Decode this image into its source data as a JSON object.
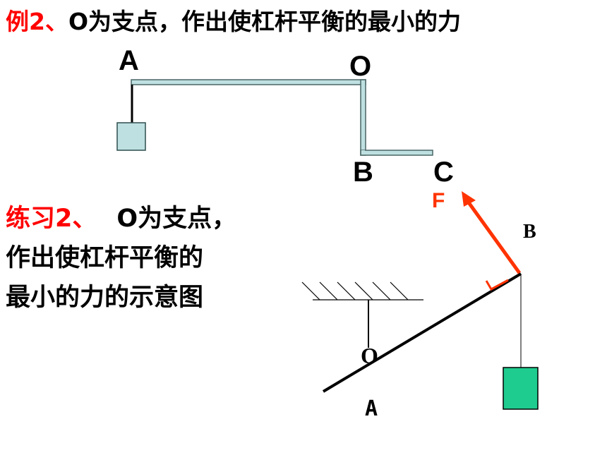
{
  "example": {
    "prefix": "例2、",
    "text": "O为支点，作出使杠杆平衡的最小的力",
    "labels": {
      "a": "A",
      "o": "O",
      "b": "B",
      "c": "C"
    }
  },
  "practice": {
    "prefix": "练习2、",
    "line1": "O为支点，",
    "line2": "作出使杠杆平衡的",
    "line3": "最小的力的示意图",
    "labels": {
      "f": "F",
      "b": "B",
      "o": "O",
      "a": "A"
    }
  },
  "colors": {
    "accent_red": "#ff0000",
    "force_arrow": "#ff3300",
    "box_light_blue": "#bfe0e0",
    "box_green": "#1fcc8f"
  }
}
